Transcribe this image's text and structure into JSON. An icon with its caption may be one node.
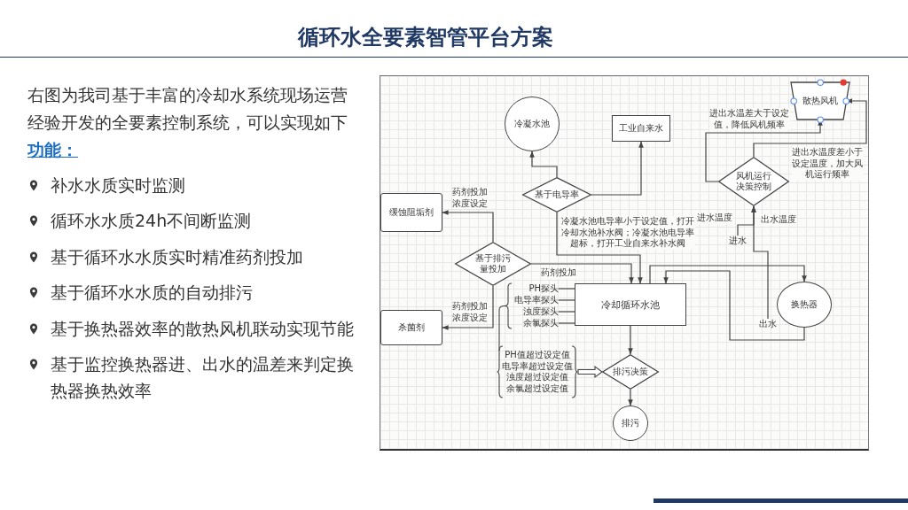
{
  "diagram": {
    "title": "循环水全要素智管平台方案",
    "nodes": [
      {
        "text": [
          "散热风机"
        ]
      },
      {
        "text": [
          "冷凝水池"
        ]
      },
      {
        "text": [
          "工业自来水"
        ]
      },
      {
        "text": [
          "风机运行决策控制"
        ]
      },
      {
        "text": [
          "缓蚀阻垢剂"
        ]
      },
      {
        "text": [
          "基于电导率"
        ]
      },
      {
        "text": [
          "基于排污量投加"
        ]
      },
      {
        "text": [
          "进水"
        ]
      },
      {
        "text": [
          "杀菌剂"
        ]
      },
      {
        "text": [
          "PH探头"
        ]
      },
      {
        "text": [
          "电导率探头"
        ]
      },
      {
        "text": [
          "浊度探头"
        ]
      },
      {
        "text": [
          "余氯探头"
        ]
      },
      {
        "text": [
          "冷却循环水池"
        ]
      },
      {
        "text": [
          "换热器"
        ]
      },
      {
        "text": [
          "出水"
        ]
      },
      {
        "text": [
          "PH值超过设定值",
          "电导率超过设定值",
          "浊度超过设定值",
          "余氯超过设定值"
        ]
      },
      {
        "text": [
          "排污决策"
        ]
      },
      {
        "text": [
          "排污"
        ]
      }
    ],
    "edges": [
      {
        "from": 5,
        "to": 1,
        "arrow": "to"
      },
      {
        "from": 5,
        "to": 2,
        "arrow": "to"
      },
      {
        "from": 5,
        "to": 13,
        "arrow": "to",
        "label": "冷凝水池电导率小于设定值，打开冷却水池补水阀；冷凝水池电导率超标，打开工业自来水补水阀"
      },
      {
        "from": 6,
        "to": 4,
        "arrow": "to",
        "label": "药剂投加浓度设定"
      },
      {
        "from": 6,
        "to": 8,
        "arrow": "to",
        "label": "药剂投加浓度设定"
      },
      {
        "from": 6,
        "to": 13,
        "arrow": "to",
        "label": "药剂投加"
      },
      {
        "from": 3,
        "to": 0,
        "arrow": "to",
        "label": "进出水温差大于设定值，降低风机频率"
      },
      {
        "from": 3,
        "to": 0,
        "arrow": "to",
        "label": "进出水温度差小于设定温度，加大风机运行频率"
      },
      {
        "from": 7,
        "to": 3,
        "arrow": "to",
        "label": "进水温度"
      },
      {
        "from": 15,
        "to": 3,
        "arrow": "to",
        "label": "出水温度"
      },
      {
        "from": 13,
        "to": 14,
        "arrow": "to"
      },
      {
        "from": 14,
        "to": 13,
        "arrow": "to"
      },
      {
        "from": 9,
        "to": 13,
        "arrow": "none"
      },
      {
        "from": 10,
        "to": 13,
        "arrow": "none"
      },
      {
        "from": 11,
        "to": 13,
        "arrow": "none"
      },
      {
        "from": 12,
        "to": 13,
        "arrow": "none"
      },
      {
        "from": 16,
        "to": 17,
        "arrow": "to",
        "style": "thick"
      },
      {
        "from": 13,
        "to": 17,
        "arrow": "to"
      },
      {
        "from": 17,
        "to": 18,
        "arrow": "to"
      }
    ],
    "labels": [
      "右图为我司基于丰富的冷却水系统现场运营经验开发的全要素控制系统，可以实现如下**功能：**",
      "补水水质实时监测",
      "循环水水质24h不间断监测",
      "基于循环水水质实时精准药剂投加",
      "基于循环水水质的自动排污",
      "基于换热器效率的散热风机联动实现节能",
      "基于监控换热器进、出水的温差来判定换热器换热效率"
    ]
  }
}
